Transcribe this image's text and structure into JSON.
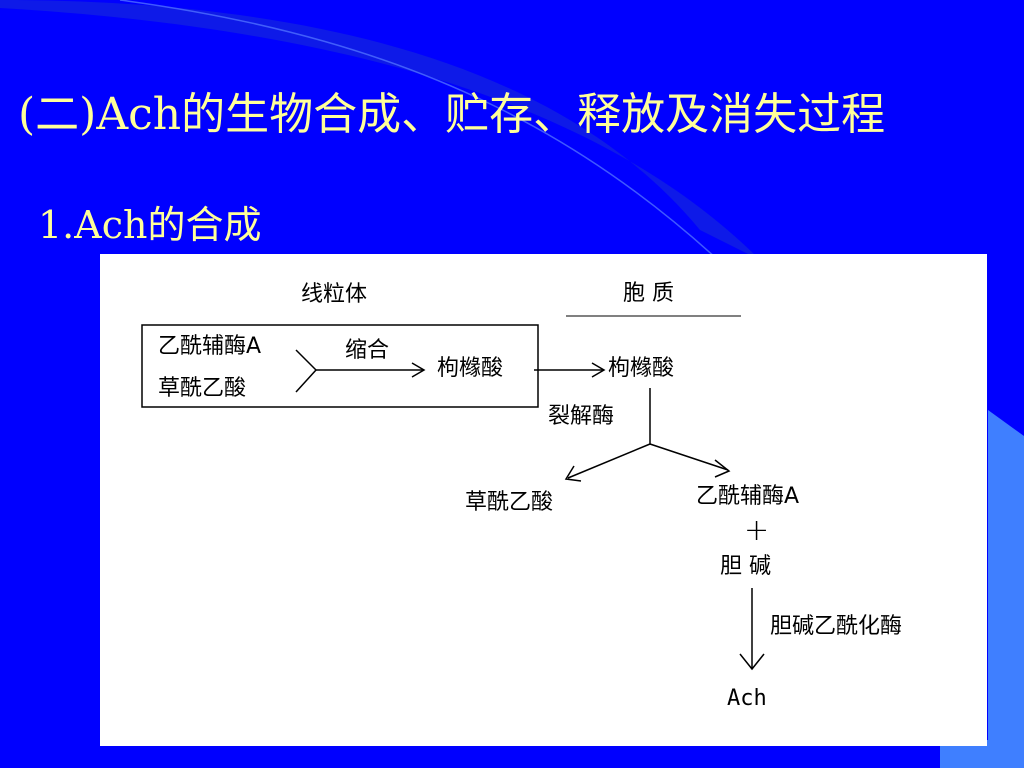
{
  "slide": {
    "title": "(二)Ach的生物合成、贮存、释放及消失过程",
    "subtitle": "1.Ach的合成"
  },
  "diagram": {
    "mitochondria_label": "线粒体",
    "cytoplasm_label": "胞 质",
    "acetyl_coa": "乙酰辅酶A",
    "oxaloacetic_acid": "草酰乙酸",
    "condensation_label": "缩合",
    "citric_acid_mito": "枸橼酸",
    "citric_acid_cyto": "枸橼酸",
    "lyase_label": "裂解酶",
    "oxaloacetic_acid_product": "草酰乙酸",
    "acetyl_coa_product": "乙酰辅酶A",
    "plus_sign": "+",
    "choline": "胆 碱",
    "chat_enzyme_label": "胆碱乙酰化酶",
    "ach_product": "Ach"
  },
  "colors": {
    "background": "#0000ff",
    "title_text": "#ffff99",
    "panel": "#ffffff",
    "accent_bar": "#3f7fff"
  }
}
